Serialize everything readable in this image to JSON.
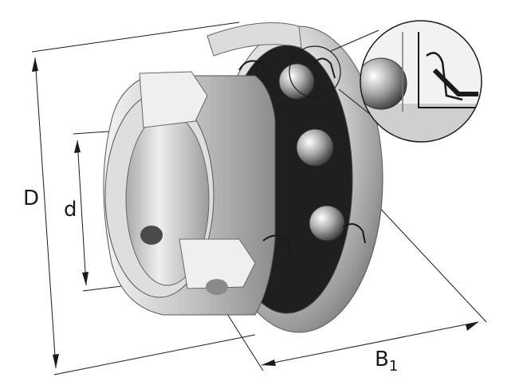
{
  "labels": {
    "outer_diameter": "D",
    "bore_diameter": "d",
    "width_main": "B",
    "width_sub": "1"
  },
  "colors": {
    "steel_dark": "#6e6e6e",
    "steel_mid": "#b5b5b5",
    "steel_light": "#ececec",
    "cage_dark": "#2b2b2b",
    "line": "#1a1a1a"
  }
}
